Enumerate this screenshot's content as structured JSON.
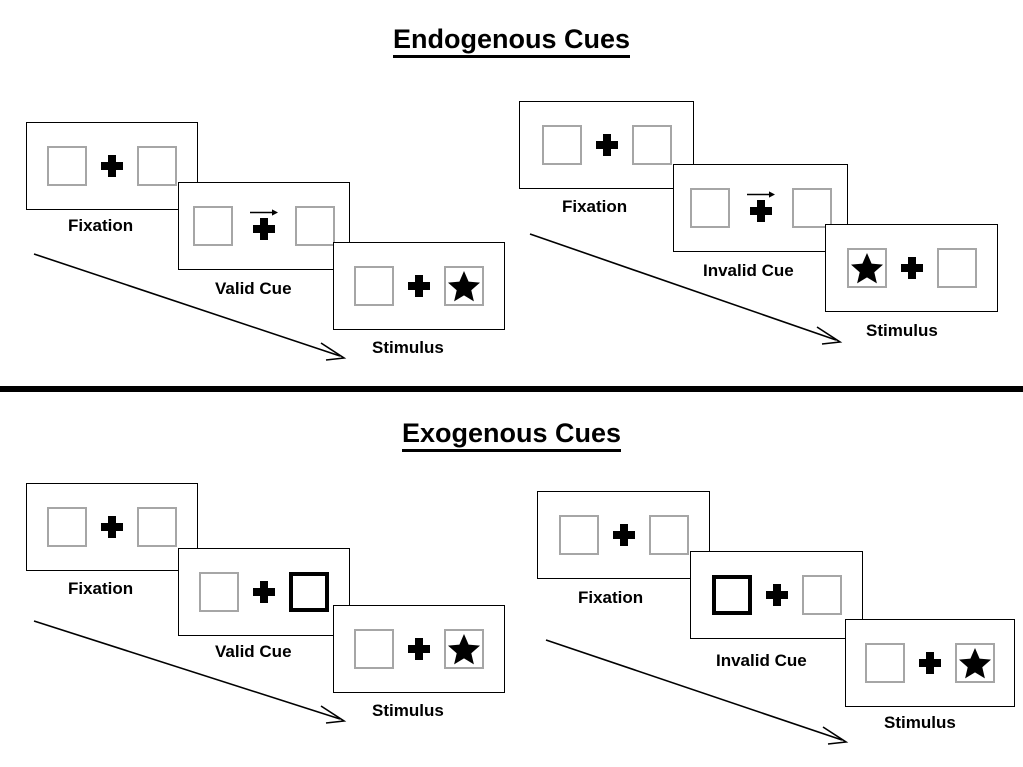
{
  "figure": {
    "sections": [
      {
        "id": "endogenous",
        "title": "Endogenous Cues",
        "groups": [
          {
            "id": "endogenous-valid",
            "cue_type": "arrow",
            "frames": [
              {
                "caption": "Fixation",
                "left_box": "empty",
                "right_box": "empty",
                "center": "plus"
              },
              {
                "caption": "Valid Cue",
                "left_box": "empty",
                "right_box": "empty",
                "center": "plus-with-right-arrow"
              },
              {
                "caption": "Stimulus",
                "left_box": "empty",
                "right_box": "star",
                "center": "plus"
              }
            ]
          },
          {
            "id": "endogenous-invalid",
            "cue_type": "arrow",
            "frames": [
              {
                "caption": "Fixation",
                "left_box": "empty",
                "right_box": "empty",
                "center": "plus"
              },
              {
                "caption": "Invalid Cue",
                "left_box": "empty",
                "right_box": "empty",
                "center": "plus-with-right-arrow"
              },
              {
                "caption": "Stimulus",
                "left_box": "star",
                "right_box": "empty",
                "center": "plus"
              }
            ]
          }
        ]
      },
      {
        "id": "exogenous",
        "title": "Exogenous Cues",
        "groups": [
          {
            "id": "exogenous-valid",
            "cue_type": "box-highlight",
            "frames": [
              {
                "caption": "Fixation",
                "left_box": "empty",
                "right_box": "empty",
                "center": "plus"
              },
              {
                "caption": "Valid Cue",
                "left_box": "empty",
                "right_box": "cued",
                "center": "plus"
              },
              {
                "caption": "Stimulus",
                "left_box": "empty",
                "right_box": "star",
                "center": "plus"
              }
            ]
          },
          {
            "id": "exogenous-invalid",
            "cue_type": "box-highlight",
            "frames": [
              {
                "caption": "Fixation",
                "left_box": "empty",
                "right_box": "empty",
                "center": "plus"
              },
              {
                "caption": "Invalid Cue",
                "left_box": "cued",
                "right_box": "empty",
                "center": "plus"
              },
              {
                "caption": "Stimulus",
                "left_box": "empty",
                "right_box": "star",
                "center": "plus"
              }
            ]
          }
        ]
      }
    ],
    "colors": {
      "stroke": "#000000",
      "box_border": "#a6a6a6",
      "background": "#ffffff"
    }
  }
}
